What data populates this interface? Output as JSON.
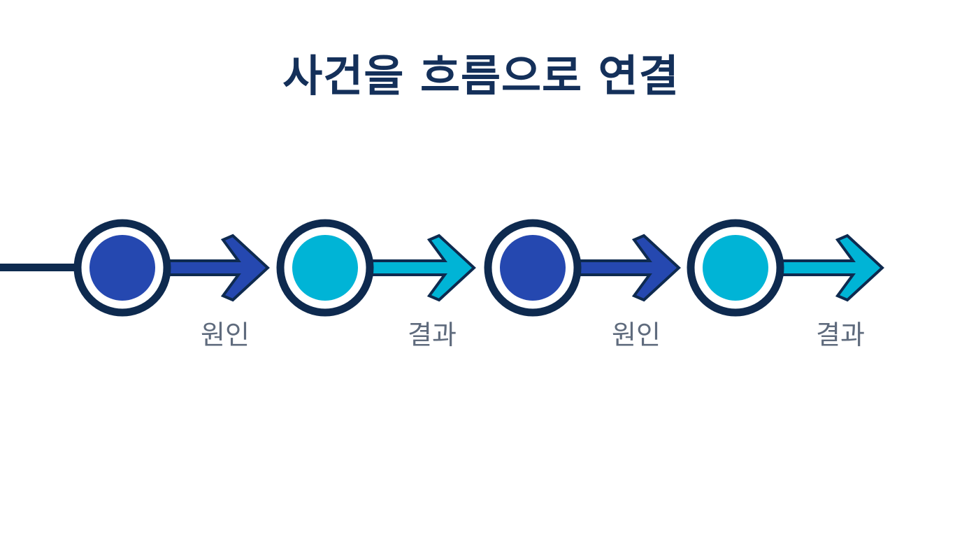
{
  "title": "사건을 흐름으로 연결",
  "colors": {
    "outline": "#0e2a4f",
    "royal_blue": "#2548b0",
    "cyan": "#00b4d6",
    "label": "#5f6b7d",
    "background": "#ffffff"
  },
  "steps": [
    {
      "color": "royal_blue",
      "label": "원인"
    },
    {
      "color": "cyan",
      "label": "결과"
    },
    {
      "color": "royal_blue",
      "label": "원인"
    },
    {
      "color": "cyan",
      "label": "결과"
    }
  ]
}
